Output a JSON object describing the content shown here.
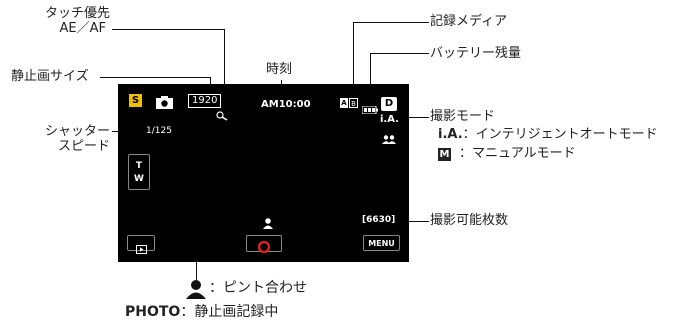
{
  "callouts": {
    "touch_priority_1": "タッチ優先",
    "touch_priority_2": "AE／AF",
    "still_image_size": "静止画サイズ",
    "time": "時刻",
    "shutter_1": "シャッター",
    "shutter_2": "スピード",
    "recording_media": "記録メディア",
    "battery_remaining": "バッテリー残量",
    "shooting_mode": "撮影モード",
    "remaining_shots": "撮影可能枚数"
  },
  "mode_legend": {
    "ia_label": "i.A.",
    "ia_desc": "：インテリジェントオートモード",
    "m_label": "M",
    "m_desc": "：マニュアルモード"
  },
  "bottom_legend": {
    "focus_desc": "：ピント合わせ",
    "photo_label": "PHOTO",
    "photo_desc": "：静止画記録中"
  },
  "screen": {
    "s_badge": "S",
    "image_size": "1920",
    "time": "AM10:00",
    "media_a": "A",
    "media_b": "B",
    "quality": "D",
    "mode": "i.A.",
    "shutter": "1/125",
    "zoom_t": "T",
    "zoom_w": "W",
    "shots": "[6630]",
    "menu": "MENU"
  },
  "colors": {
    "screen_bg": "#000000",
    "s_badge_bg": "#f0c000",
    "record_red": "#e02020"
  },
  "icons": [
    "camera-icon",
    "touch-ae-af-icon",
    "battery-icon",
    "sd-card-icon",
    "face-detect-icon",
    "person-icon",
    "playback-icon",
    "record-icon"
  ]
}
